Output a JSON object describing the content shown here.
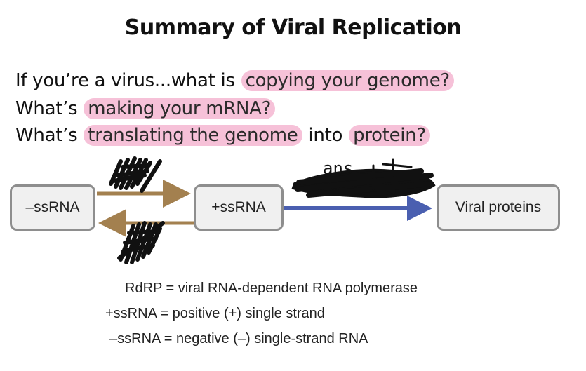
{
  "title": "Summary of Viral Replication",
  "questions": {
    "line1_prefix": "If you’re a virus...what is ",
    "line1_highlight": "copying your genome?",
    "line2_prefix": "What’s ",
    "line2_highlight": "making your mRNA?",
    "line3_prefix": "What’s ",
    "line3_highlight_a": "translating the genome",
    "line3_middle": " into ",
    "line3_highlight_b": "protein?"
  },
  "diagram": {
    "box_neg": "–ssRNA",
    "box_pos": "+ssRNA",
    "box_proteins": "Viral proteins",
    "handwritten_note": "ans"
  },
  "legend": {
    "rdrp": "RdRP = viral RNA-dependent RNA polymerase",
    "pos": "+ssRNA = positive (+) single strand",
    "neg": "–ssRNA = negative (–) single-strand RNA"
  },
  "colors": {
    "highlight": "#f6c1d8",
    "brown_arrow": "#a3804f",
    "blue_arrow": "#4a5fb0",
    "box_border": "#8e8e8e"
  }
}
